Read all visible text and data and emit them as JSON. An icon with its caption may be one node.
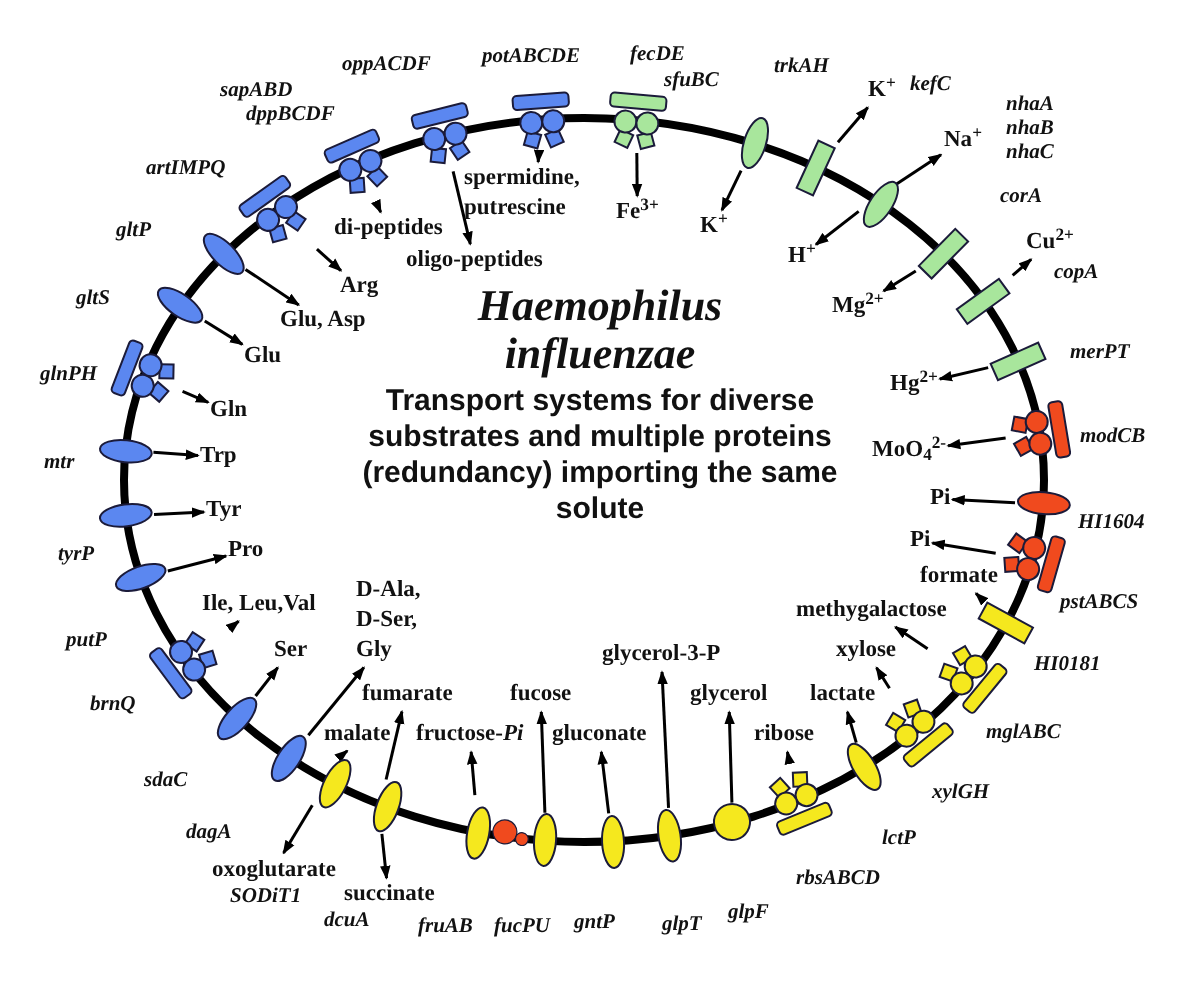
{
  "diagram": {
    "title": "Haemophilus influenzae",
    "nodes": [
      {
        "text": [],
        "shape": "cluster",
        "beside": [
          "glnPH"
        ]
      },
      {
        "text": [
          "Gln"
        ]
      },
      {
        "text": [],
        "shape": "ellipse",
        "beside": [
          "gltS"
        ]
      },
      {
        "text": [
          "Glu"
        ]
      },
      {
        "text": [],
        "shape": "ellipse",
        "beside": [
          "gltP"
        ]
      },
      {
        "text": [
          "Glu, Asp"
        ]
      },
      {
        "text": [],
        "shape": "cluster",
        "beside": [
          "artIMPQ"
        ]
      },
      {
        "text": [
          "Arg"
        ]
      },
      {
        "text": [],
        "shape": "cluster",
        "beside": [
          "sapABD",
          "dppBCDF"
        ]
      },
      {
        "text": [
          "di-peptides"
        ]
      },
      {
        "text": [],
        "shape": "cluster",
        "beside": [
          "oppACDF"
        ]
      },
      {
        "text": [
          "oligo-peptides"
        ]
      },
      {
        "text": [],
        "shape": "cluster",
        "beside": [
          "potABCDE"
        ]
      },
      {
        "text": [
          "spermidine, putrescine"
        ]
      },
      {
        "text": [],
        "shape": "cluster",
        "beside": [
          "fecDE",
          "sfuBC"
        ]
      },
      {
        "text": [
          "Fe$^{3+}$"
        ]
      },
      {
        "text": [],
        "shape": "ellipse",
        "beside": [
          "trkAH"
        ]
      },
      {
        "text": [
          "K$^{+}$"
        ]
      },
      {
        "text": [],
        "shape": "box"
      },
      {
        "text": [
          "K$^{+}$"
        ]
      },
      {
        "text": [],
        "shape": "ellipse",
        "beside": [
          "nhaA",
          "nhaB",
          "nhaC"
        ]
      },
      {
        "text": [
          "Na$^{+}$"
        ]
      },
      {
        "text": [
          "H$^{+}$"
        ]
      },
      {
        "text": [],
        "shape": "box",
        "beside": [
          "corA"
        ]
      },
      {
        "text": [
          "Mg$^{2+}$"
        ]
      },
      {
        "text": [],
        "shape": "box"
      },
      {
        "text": [
          "Cu$^{2+}$"
        ]
      },
      {
        "text": [],
        "shape": "box",
        "beside": [
          "merPT"
        ]
      },
      {
        "text": [
          "Hg$^{2+}$"
        ]
      },
      {
        "text": [],
        "shape": "cluster",
        "beside": [
          "modCB"
        ]
      },
      {
        "text": [
          "MoO$_{4}$$^{2-}$"
        ]
      },
      {
        "text": [],
        "shape": "ellipse",
        "beside": [
          "HI1604"
        ]
      },
      {
        "text": [
          "Pi"
        ]
      },
      {
        "text": [],
        "shape": "cluster",
        "beside": [
          "pstABCS"
        ]
      },
      {
        "text": [
          "Pi"
        ]
      },
      {
        "text": [],
        "shape": "box",
        "beside": [
          "HI0181"
        ]
      },
      {
        "text": [
          "formate"
        ]
      },
      {
        "text": [],
        "shape": "cluster",
        "beside": [
          "mglABC"
        ]
      },
      {
        "text": [
          "methygalactose"
        ]
      },
      {
        "text": [],
        "shape": "cluster",
        "beside": [
          "xylGH"
        ]
      },
      {
        "text": [
          "xylose"
        ]
      },
      {
        "text": [],
        "shape": "ellipse",
        "beside": [
          "lctP"
        ]
      },
      {
        "text": [
          "lactate"
        ]
      },
      {
        "text": [],
        "shape": "cluster",
        "beside": [
          "rbsABCD"
        ]
      },
      {
        "text": [
          "ribose"
        ]
      },
      {
        "text": [],
        "shape": "circle",
        "beside": [
          "glpF"
        ]
      },
      {
        "text": [
          "glycerol"
        ]
      },
      {
        "text": [],
        "shape": "ellipse",
        "beside": [
          "glpT"
        ]
      },
      {
        "text": [
          "glycerol-3-P"
        ]
      },
      {
        "text": [],
        "shape": "ellipse",
        "beside": [
          "gntP"
        ]
      },
      {
        "text": [
          "gluconate"
        ]
      },
      {
        "text": [],
        "shape": "ellipse",
        "beside": [
          "fucPU"
        ]
      },
      {
        "text": [
          "fucose"
        ]
      },
      {
        "text": [],
        "shape": "ellipse"
      },
      {
        "text": [
          "fructose-*Pi*"
        ]
      },
      {
        "text": [],
        "shape": "ellipse"
      },
      {
        "text": [
          "fumarate"
        ]
      },
      {
        "text": [
          "succinate"
        ]
      },
      {
        "text": [],
        "shape": "ellipse"
      },
      {
        "text": [
          "malate"
        ]
      },
      {
        "text": [
          "oxoglutarate"
        ]
      },
      {
        "text": [],
        "shape": "ellipse"
      },
      {
        "text": [
          "D-Ala, D-Ser, Gly"
        ]
      },
      {
        "text": [],
        "shape": "ellipse",
        "beside": [
          "sdaC"
        ]
      },
      {
        "text": [
          "Ser"
        ]
      },
      {
        "text": [],
        "shape": "cluster",
        "beside": [
          "brnQ"
        ]
      },
      {
        "text": [
          "Ile, Leu,Val"
        ]
      },
      {
        "text": [],
        "shape": "ellipse",
        "beside": [
          "putP"
        ]
      },
      {
        "text": [
          "Pro"
        ]
      },
      {
        "text": [],
        "shape": "ellipse",
        "beside": [
          "tyrP"
        ]
      },
      {
        "text": [
          "Tyr"
        ]
      },
      {
        "text": [],
        "shape": "ellipse",
        "beside": [
          "mtr"
        ]
      },
      {
        "text": [
          "Trp"
        ]
      }
    ],
    "edges": [
      {
        "from": 0,
        "to": 1,
        "arrow": "to"
      },
      {
        "from": 2,
        "to": 3,
        "arrow": "to"
      },
      {
        "from": 4,
        "to": 5,
        "arrow": "to"
      },
      {
        "from": 6,
        "to": 7,
        "arrow": "to"
      },
      {
        "from": 8,
        "to": 9,
        "arrow": "to"
      },
      {
        "from": 10,
        "to": 11,
        "arrow": "to"
      },
      {
        "from": 12,
        "to": 13,
        "arrow": "to"
      },
      {
        "from": 14,
        "to": 15,
        "arrow": "to"
      },
      {
        "from": 16,
        "to": 17,
        "arrow": "to"
      },
      {
        "from": 18,
        "to": 19,
        "arrow": "to"
      },
      {
        "from": 20,
        "to": 21,
        "arrow": "to"
      },
      {
        "from": 20,
        "to": 22,
        "arrow": "to"
      },
      {
        "from": 23,
        "to": 24,
        "arrow": "to"
      },
      {
        "from": 25,
        "to": 26,
        "arrow": "to"
      },
      {
        "from": 27,
        "to": 28,
        "arrow": "to"
      },
      {
        "from": 29,
        "to": 30,
        "arrow": "to"
      },
      {
        "from": 31,
        "to": 32,
        "arrow": "to"
      },
      {
        "from": 33,
        "to": 34,
        "arrow": "to"
      },
      {
        "from": 35,
        "to": 36,
        "arrow": "to"
      },
      {
        "from": 37,
        "to": 38,
        "arrow": "to"
      },
      {
        "from": 39,
        "to": 40,
        "arrow": "to"
      },
      {
        "from": 41,
        "to": 42,
        "arrow": "to"
      },
      {
        "from": 43,
        "to": 44,
        "arrow": "to"
      },
      {
        "from": 45,
        "to": 46,
        "arrow": "to"
      },
      {
        "from": 47,
        "to": 48,
        "arrow": "to"
      },
      {
        "from": 49,
        "to": 50,
        "arrow": "to"
      },
      {
        "from": 51,
        "to": 52,
        "arrow": "to"
      },
      {
        "from": 53,
        "to": 54,
        "arrow": "to"
      },
      {
        "from": 55,
        "to": 56,
        "arrow": "to"
      },
      {
        "from": 55,
        "to": 57,
        "arrow": "to"
      },
      {
        "from": 58,
        "to": 59,
        "arrow": "to"
      },
      {
        "from": 58,
        "to": 60,
        "arrow": "to"
      },
      {
        "from": 61,
        "to": 62,
        "arrow": "to"
      },
      {
        "from": 63,
        "to": 64,
        "arrow": "to"
      },
      {
        "from": 65,
        "to": 66,
        "arrow": "to"
      },
      {
        "from": 67,
        "to": 68,
        "arrow": "to"
      },
      {
        "from": 69,
        "to": 70,
        "arrow": "to"
      },
      {
        "from": 71,
        "to": 72,
        "arrow": "to"
      }
    ],
    "labels": [
      "kefC",
      "copA",
      "Transport systems for diverse substrates and multiple proteins (redundancy) importing the same solute",
      "dagA",
      "SODiT1",
      "dcuA",
      "fruAB"
    ]
  }
}
